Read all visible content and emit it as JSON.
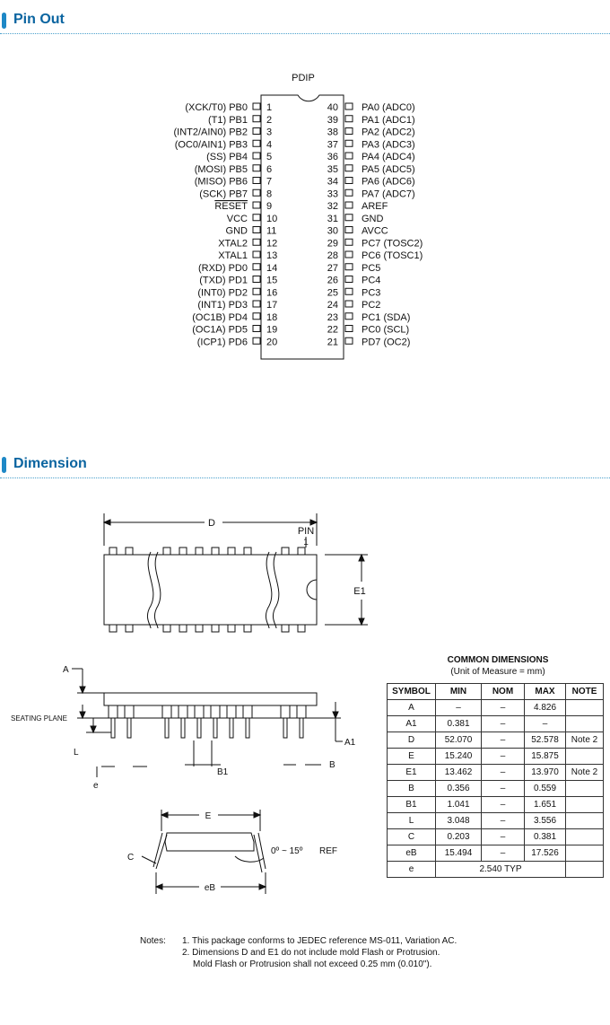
{
  "sections": {
    "pinout_title": "Pin Out",
    "dimension_title": "Dimension"
  },
  "pinout": {
    "package": "PDIP",
    "left_pins": [
      {
        "num": "1",
        "name": "PB0",
        "alt": "(XCK/T0)"
      },
      {
        "num": "2",
        "name": "PB1",
        "alt": "(T1)"
      },
      {
        "num": "3",
        "name": "PB2",
        "alt": "(INT2/AIN0)"
      },
      {
        "num": "4",
        "name": "PB3",
        "alt": "(OC0/AIN1)"
      },
      {
        "num": "5",
        "name": "PB4",
        "alt": "(SS)"
      },
      {
        "num": "6",
        "name": "PB5",
        "alt": "(MOSI)"
      },
      {
        "num": "7",
        "name": "PB6",
        "alt": "(MISO)"
      },
      {
        "num": "8",
        "name": "PB7",
        "alt": "(SCK)"
      },
      {
        "num": "9",
        "name": "RESET",
        "alt": ""
      },
      {
        "num": "10",
        "name": "VCC",
        "alt": ""
      },
      {
        "num": "11",
        "name": "GND",
        "alt": ""
      },
      {
        "num": "12",
        "name": "XTAL2",
        "alt": ""
      },
      {
        "num": "13",
        "name": "XTAL1",
        "alt": ""
      },
      {
        "num": "14",
        "name": "PD0",
        "alt": "(RXD)"
      },
      {
        "num": "15",
        "name": "PD1",
        "alt": "(TXD)"
      },
      {
        "num": "16",
        "name": "PD2",
        "alt": "(INT0)"
      },
      {
        "num": "17",
        "name": "PD3",
        "alt": "(INT1)"
      },
      {
        "num": "18",
        "name": "PD4",
        "alt": "(OC1B)"
      },
      {
        "num": "19",
        "name": "PD5",
        "alt": "(OC1A)"
      },
      {
        "num": "20",
        "name": "PD6",
        "alt": "(ICP1)"
      }
    ],
    "right_pins": [
      {
        "num": "40",
        "name": "PA0",
        "alt": "(ADC0)"
      },
      {
        "num": "39",
        "name": "PA1",
        "alt": "(ADC1)"
      },
      {
        "num": "38",
        "name": "PA2",
        "alt": "(ADC2)"
      },
      {
        "num": "37",
        "name": "PA3",
        "alt": "(ADC3)"
      },
      {
        "num": "36",
        "name": "PA4",
        "alt": "(ADC4)"
      },
      {
        "num": "35",
        "name": "PA5",
        "alt": "(ADC5)"
      },
      {
        "num": "34",
        "name": "PA6",
        "alt": "(ADC6)"
      },
      {
        "num": "33",
        "name": "PA7",
        "alt": "(ADC7)"
      },
      {
        "num": "32",
        "name": "AREF",
        "alt": ""
      },
      {
        "num": "31",
        "name": "GND",
        "alt": ""
      },
      {
        "num": "30",
        "name": "AVCC",
        "alt": ""
      },
      {
        "num": "29",
        "name": "PC7",
        "alt": "(TOSC2)"
      },
      {
        "num": "28",
        "name": "PC6",
        "alt": "(TOSC1)"
      },
      {
        "num": "27",
        "name": "PC5",
        "alt": ""
      },
      {
        "num": "26",
        "name": "PC4",
        "alt": ""
      },
      {
        "num": "25",
        "name": "PC3",
        "alt": ""
      },
      {
        "num": "24",
        "name": "PC2",
        "alt": ""
      },
      {
        "num": "23",
        "name": "PC1",
        "alt": "(SDA)"
      },
      {
        "num": "22",
        "name": "PC0",
        "alt": "(SCL)"
      },
      {
        "num": "21",
        "name": "PD7",
        "alt": "(OC2)"
      }
    ]
  },
  "drawing_labels": {
    "D": "D",
    "pin_label": "PIN",
    "pin_one": "1",
    "E1": "E1",
    "A": "A",
    "seating_plane": "SEATING PLANE",
    "L": "L",
    "A1": "A1",
    "B1": "B1",
    "B": "B",
    "e": "e",
    "E": "E",
    "C": "C",
    "angle": "0º ~ 15º",
    "ref": "REF",
    "eB": "eB"
  },
  "table": {
    "title": "COMMON DIMENSIONS",
    "subtitle": "(Unit of Measure = mm)",
    "headers": [
      "SYMBOL",
      "MIN",
      "NOM",
      "MAX",
      "NOTE"
    ],
    "rows": [
      [
        "A",
        "–",
        "–",
        "4.826",
        ""
      ],
      [
        "A1",
        "0.381",
        "–",
        "–",
        ""
      ],
      [
        "D",
        "52.070",
        "–",
        "52.578",
        "Note 2"
      ],
      [
        "E",
        "15.240",
        "–",
        "15.875",
        ""
      ],
      [
        "E1",
        "13.462",
        "–",
        "13.970",
        "Note 2"
      ],
      [
        "B",
        "0.356",
        "–",
        "0.559",
        ""
      ],
      [
        "B1",
        "1.041",
        "–",
        "1.651",
        ""
      ],
      [
        "L",
        "3.048",
        "–",
        "3.556",
        ""
      ],
      [
        "C",
        "0.203",
        "–",
        "0.381",
        ""
      ],
      [
        "eB",
        "15.494",
        "–",
        "17.526",
        ""
      ]
    ],
    "last_row": {
      "symbol": "e",
      "value": "2.540 TYP"
    }
  },
  "notes": {
    "label": "Notes:",
    "items": [
      "1. This package conforms to JEDEC reference MS-011, Variation AC.",
      "2. Dimensions D and E1 do not include mold Flash or Protrusion.",
      "Mold Flash or Protrusion shall not exceed 0.25 mm (0.010\")."
    ]
  }
}
